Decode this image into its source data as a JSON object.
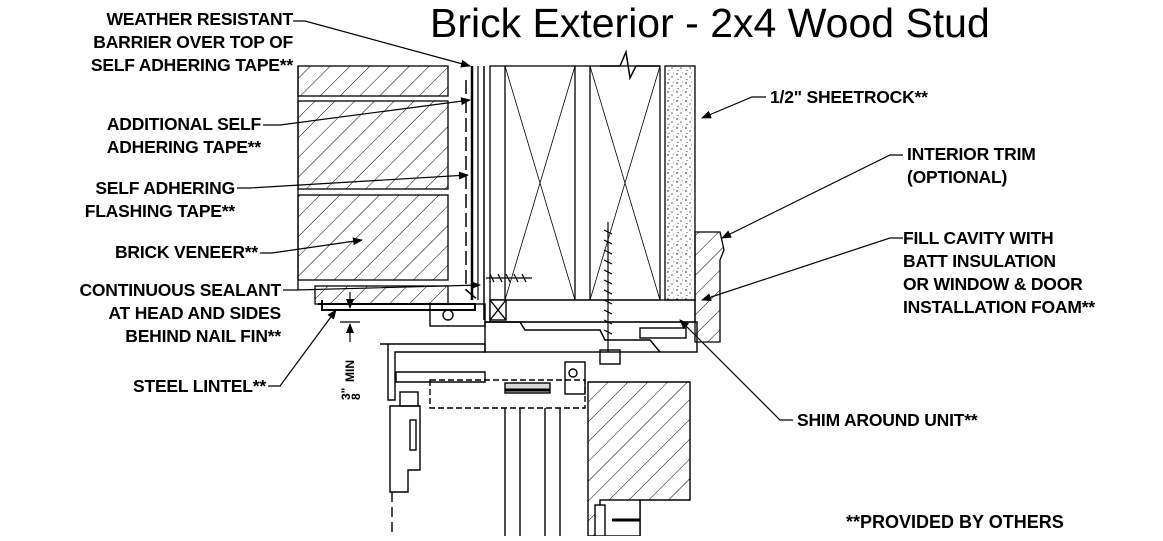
{
  "title": "Brick Exterior - 2x4 Wood Stud",
  "labels": {
    "weather_barrier": [
      "WEATHER RESISTANT",
      "BARRIER OVER TOP OF",
      "SELF ADHERING TAPE**"
    ],
    "additional_tape": [
      "ADDITIONAL SELF",
      "ADHERING TAPE**"
    ],
    "flashing_tape": [
      "SELF ADHERING",
      "FLASHING TAPE**"
    ],
    "brick_veneer": [
      "BRICK VENEER**"
    ],
    "sealant": [
      "CONTINUOUS SEALANT",
      "AT HEAD AND SIDES",
      "BEHIND NAIL FIN**"
    ],
    "steel_lintel": [
      "STEEL LINTEL**"
    ],
    "sheetrock": [
      "1/2\" SHEETROCK**"
    ],
    "interior_trim": [
      "INTERIOR TRIM",
      "(OPTIONAL)"
    ],
    "fill_cavity": [
      "FILL CAVITY WITH",
      "BATT INSULATION",
      "OR WINDOW & DOOR",
      "INSTALLATION FOAM**"
    ],
    "shim": [
      "SHIM AROUND UNIT**"
    ]
  },
  "dimension": {
    "value": "3\"",
    "fraction": "8",
    "text": "MIN"
  },
  "note": "**PROVIDED BY OTHERS"
}
